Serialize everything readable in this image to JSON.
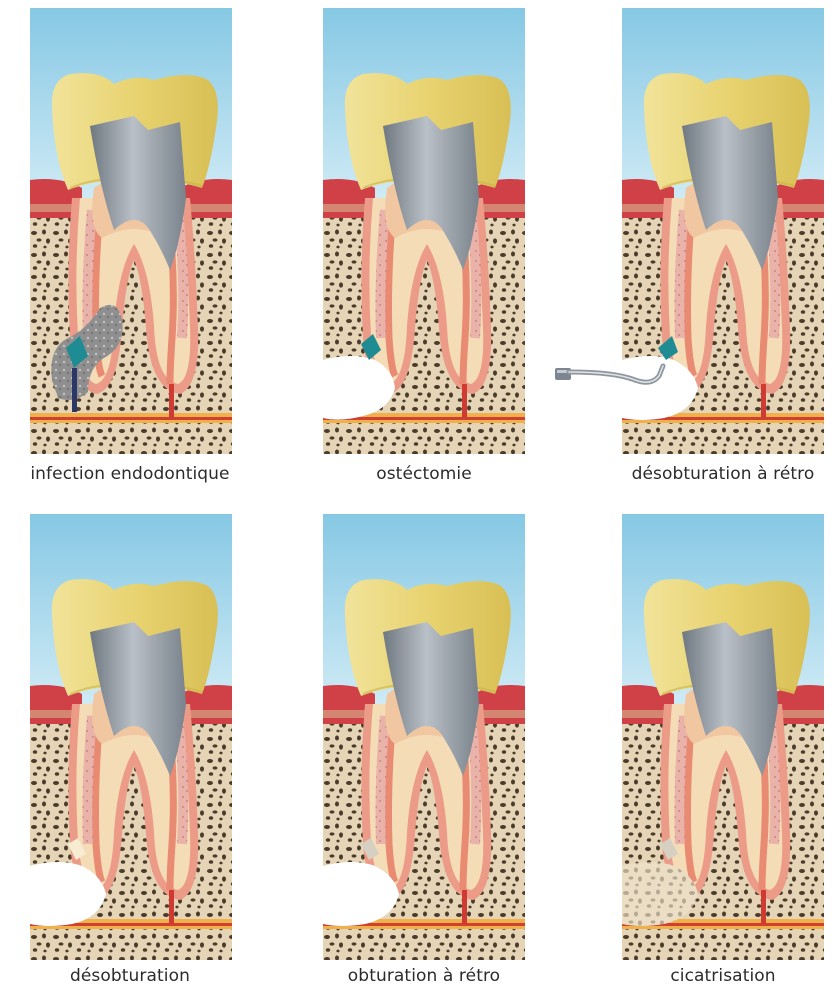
{
  "figure": {
    "panels": [
      {
        "id": "p1",
        "caption": "infection endodontique",
        "stage": "infection"
      },
      {
        "id": "p2",
        "caption": "ostéctomie",
        "stage": "ostectomy"
      },
      {
        "id": "p3",
        "caption": "désobturation à rétro",
        "stage": "retro-instrument"
      },
      {
        "id": "p4",
        "caption": "désobturation",
        "stage": "cleaned"
      },
      {
        "id": "p5",
        "caption": "obturation à rétro",
        "stage": "retro-filled"
      },
      {
        "id": "p6",
        "caption": "cicatrisation",
        "stage": "healing"
      }
    ]
  },
  "colors": {
    "sky": "#9fd3ea",
    "crown": "#e9d77b",
    "amalgam": "#9aa3ab",
    "gum": "#d4434a",
    "dentin": "#f3d9b2",
    "pulp": "#e98a72",
    "bone": "#e3d2b3",
    "bone_dots": "#4a3b2c",
    "infection": "#8d8d8d",
    "nerve": "#cf3b33"
  }
}
